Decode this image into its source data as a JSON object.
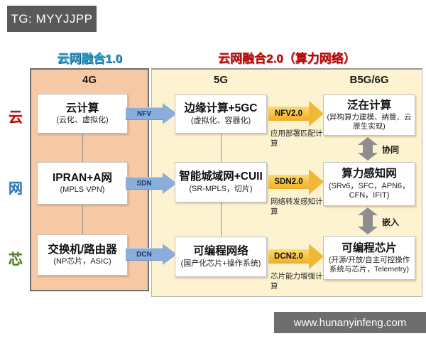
{
  "badge_top": "TG: MYYJJPP",
  "badge_bottom": "www.hunanyinfeng.com",
  "era1": {
    "title": "云网融合1.0"
  },
  "era2": {
    "title": "云网融合2.0（算力网络）"
  },
  "headers": {
    "col1": "4G",
    "col2": "5G",
    "col3": "B5G/6G"
  },
  "rows": [
    {
      "label": "云",
      "color": "#c00000"
    },
    {
      "label": "网",
      "color": "#2e75b6"
    },
    {
      "label": "芯",
      "color": "#4e7a28"
    }
  ],
  "boxes_4g": [
    {
      "title": "云计算",
      "subtitle": "(云化、虚拟化)"
    },
    {
      "title": "IPRAN+A网",
      "subtitle": "(MPLS VPN)"
    },
    {
      "title": "交换机/路由器",
      "subtitle": "(NP芯片，ASIC)"
    }
  ],
  "arrows_blue": [
    {
      "label": "NFV"
    },
    {
      "label": "SDN"
    },
    {
      "label": "DCN"
    }
  ],
  "boxes_5g": [
    {
      "title": "边缘计算+5GC",
      "subtitle": "(虚拟化、容器化)"
    },
    {
      "title": "智能城域网+CUII",
      "subtitle": "(SR-MPLS，切片)"
    },
    {
      "title": "可编程网络",
      "subtitle": "(国产化芯片+操作系统)"
    }
  ],
  "arrows_gold": [
    {
      "label": "NFV2.0",
      "desc": "应用部署匹配计算"
    },
    {
      "label": "SDN2.0",
      "desc": "网络转发感知计算"
    },
    {
      "label": "DCN2.0",
      "desc": "芯片能力增强计算"
    }
  ],
  "boxes_b5g": [
    {
      "title": "泛在计算",
      "subtitle": "(异构算力建模、纳管、云原生实现)"
    },
    {
      "title": "算力感知网",
      "subtitle": "(SRv6，SFC，APN6，CFN，IFIT)"
    },
    {
      "title": "可编程芯片",
      "subtitle": "(开源/开放/自主可控操作系统与芯片，Telemetry)"
    }
  ],
  "links": [
    {
      "label": "协同"
    },
    {
      "label": "嵌入"
    }
  ],
  "colors": {
    "panel_4g": "#f6c8a3",
    "panel_5g_6g": "#fdf3d0",
    "arrow_blue": "#8baddb",
    "arrow_gold": "#f2b737",
    "era1_title": "#36a0c9",
    "era2_title": "#c00000",
    "badge_bg": "#58595b",
    "link_gray": "#8e8e8e"
  }
}
